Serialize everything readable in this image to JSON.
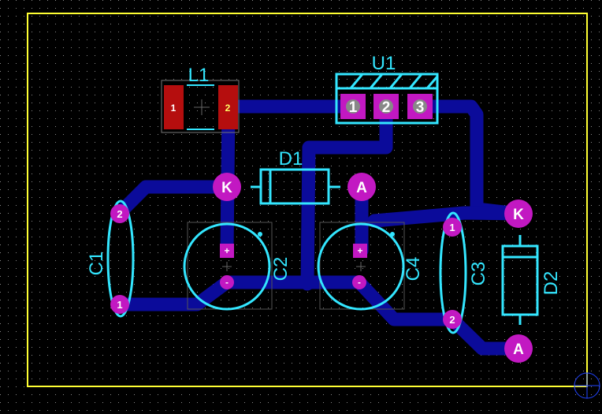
{
  "colors": {
    "background": "#000000",
    "grid": "#8a8a8a",
    "board_outline": "#ffff33",
    "trace": "#0b0b9a",
    "silkscreen": "#33e6ff",
    "pad": "#c218c2",
    "pad_text": "#ffffff",
    "smd_pad": "#b50e0e",
    "smd_pad_text": "#ffff66",
    "pad_hole": "#888888",
    "corner_marker": "#2244ff"
  },
  "components": {
    "L1": {
      "designator": "L1",
      "pad1": "1",
      "pad2": "2"
    },
    "U1": {
      "designator": "U1",
      "pad1": "1",
      "pad2": "2",
      "pad3": "3"
    },
    "D1": {
      "designator": "D1",
      "cathode": "K",
      "anode": "A"
    },
    "D2": {
      "designator": "D2",
      "cathode": "K",
      "anode": "A"
    },
    "C1": {
      "designator": "C1",
      "pad1": "1",
      "pad2": "2"
    },
    "C2": {
      "designator": "C2",
      "plus": "+",
      "minus": "-"
    },
    "C3": {
      "designator": "C3",
      "pad1": "1",
      "pad2": "2"
    },
    "C4": {
      "designator": "C4",
      "plus": "+",
      "minus": "-"
    }
  },
  "icons": {
    "smd_center": "crosshair-icon",
    "corner": "origin-marker-icon"
  }
}
